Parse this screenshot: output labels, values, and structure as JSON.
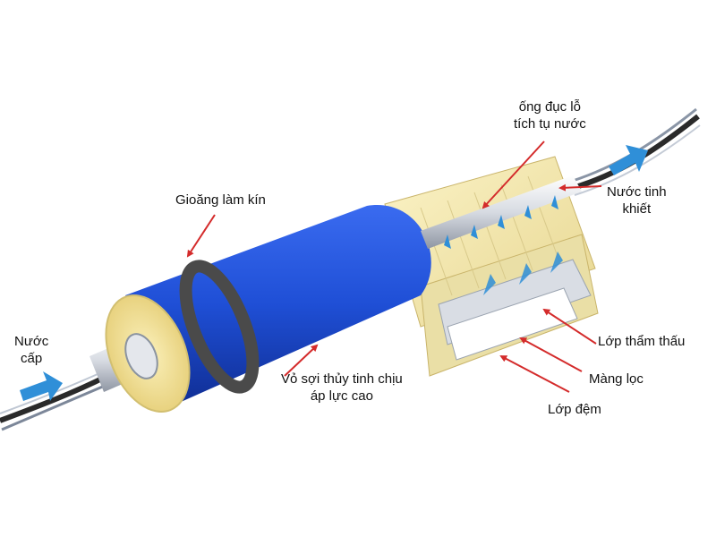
{
  "labels": {
    "feed_water": [
      "Nước",
      "cấp"
    ],
    "seal": "Gioăng làm kín",
    "perforated_tube": [
      "ống đục lỗ",
      "tích tụ nước"
    ],
    "pure_water": [
      "Nước tinh",
      "khiết"
    ],
    "housing": [
      "Vỏ sợi thủy tinh chịu",
      "áp lực cao"
    ],
    "permeate_layer": "Lớp thẩm thấu",
    "membrane": "Màng lọc",
    "spacer": "Lớp đệm"
  },
  "colors": {
    "housing": "#1f4fd6",
    "core": "#f3e6a6",
    "seal": "#4a4a4a",
    "arrow": "#d42b2b",
    "flow": "#2f8fd8"
  }
}
